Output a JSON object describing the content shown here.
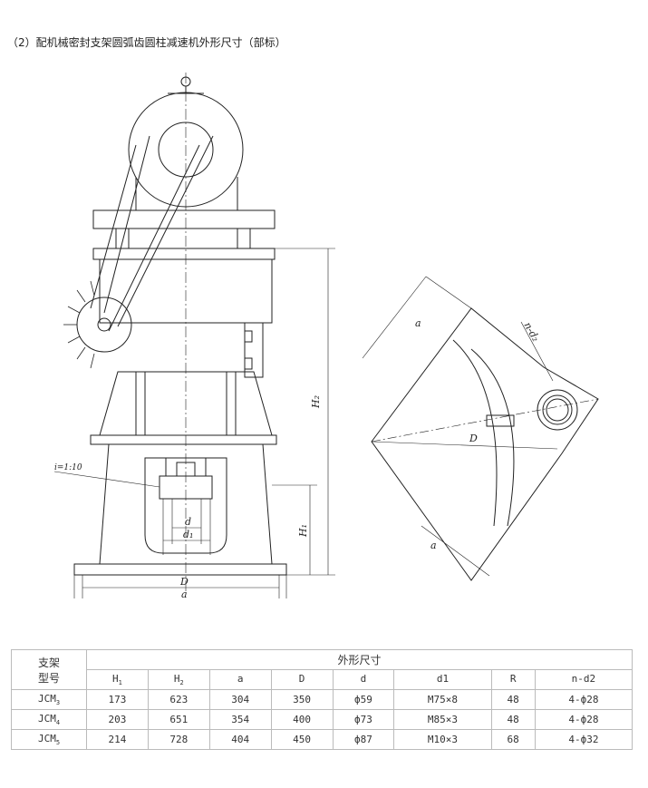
{
  "title": "（2）配机械密封支架圆弧齿圆柱减速机外形尺寸（部标）",
  "drawing": {
    "labels": {
      "H2": "H₂",
      "H1": "H₁",
      "D": "D",
      "a": "a",
      "d": "d",
      "d1": "d₁",
      "taper": "i=1:10",
      "nd2": "n-d₂",
      "sector_a_top": "a",
      "sector_D": "D",
      "sector_a_bottom": "a"
    }
  },
  "table": {
    "header_model_1": "支架",
    "header_model_2": "型号",
    "header_group": "外形尺寸",
    "columns": [
      {
        "main": "H",
        "sub": "1"
      },
      {
        "main": "H",
        "sub": "2"
      },
      {
        "main": "a",
        "sub": ""
      },
      {
        "main": "D",
        "sub": ""
      },
      {
        "main": "d",
        "sub": ""
      },
      {
        "main": "d1",
        "sub": ""
      },
      {
        "main": "R",
        "sub": ""
      },
      {
        "main": "n-d2",
        "sub": ""
      }
    ],
    "rows": [
      {
        "model": "JCM",
        "model_sub": "3",
        "cells": [
          "173",
          "623",
          "304",
          "350",
          "ф59",
          "M75×8",
          "48",
          "4-ф28"
        ]
      },
      {
        "model": "JCM",
        "model_sub": "4",
        "cells": [
          "203",
          "651",
          "354",
          "400",
          "ф73",
          "M85×3",
          "48",
          "4-ф28"
        ]
      },
      {
        "model": "JCM",
        "model_sub": "5",
        "cells": [
          "214",
          "728",
          "404",
          "450",
          "ф87",
          "M10×3",
          "68",
          "4-ф32"
        ]
      }
    ]
  }
}
